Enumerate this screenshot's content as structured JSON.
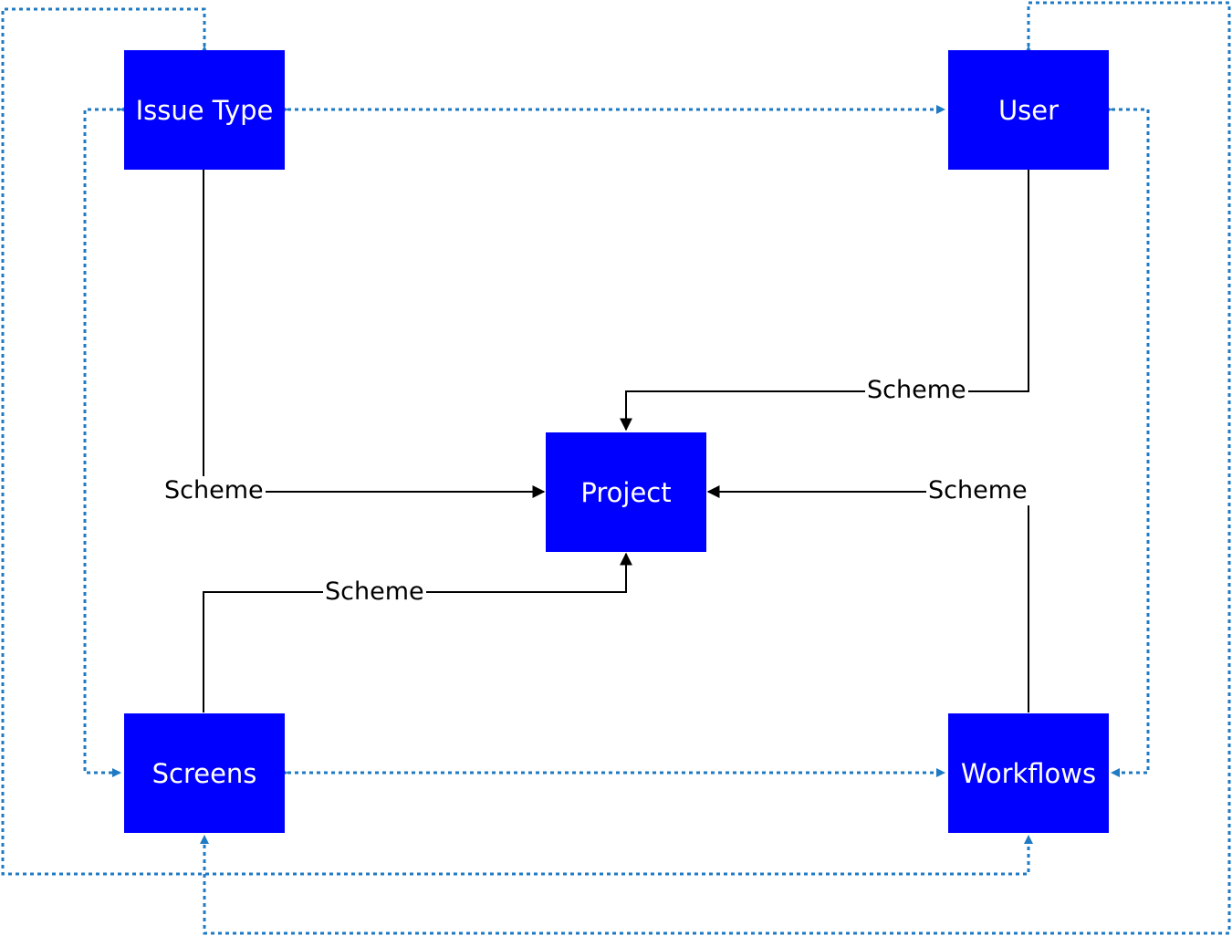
{
  "colors": {
    "node_fill": "#0000FF",
    "node_text": "#FFFFFF",
    "dashed_connector": "#1F7AC4",
    "solid_connector": "#000000"
  },
  "nodes": {
    "issue_type": "Issue Type",
    "user": "User",
    "project": "Project",
    "screens": "Screens",
    "workflows": "Workflows"
  },
  "edges": {
    "issue_type_to_project": "Scheme",
    "user_to_project": "Scheme",
    "screens_to_project": "Scheme",
    "workflows_to_project": "Scheme"
  }
}
